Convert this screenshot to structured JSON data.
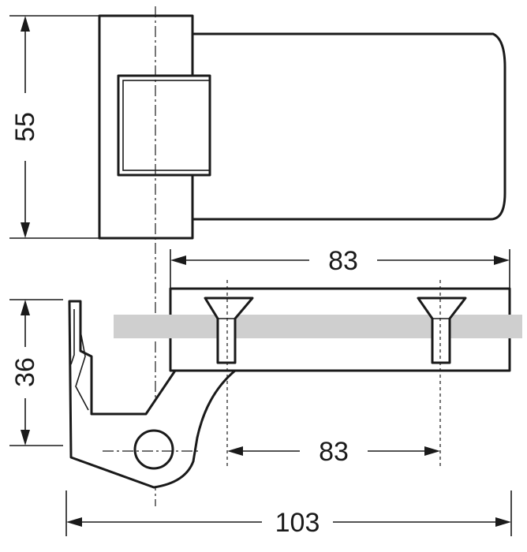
{
  "dimensions": {
    "height_top": "55",
    "height_bottom": "36",
    "width_upper": "83",
    "width_lower": "83",
    "width_total": "103"
  },
  "colors": {
    "ink": "#1a1a1a",
    "panel": "#cfcfcf",
    "background": "#ffffff"
  }
}
